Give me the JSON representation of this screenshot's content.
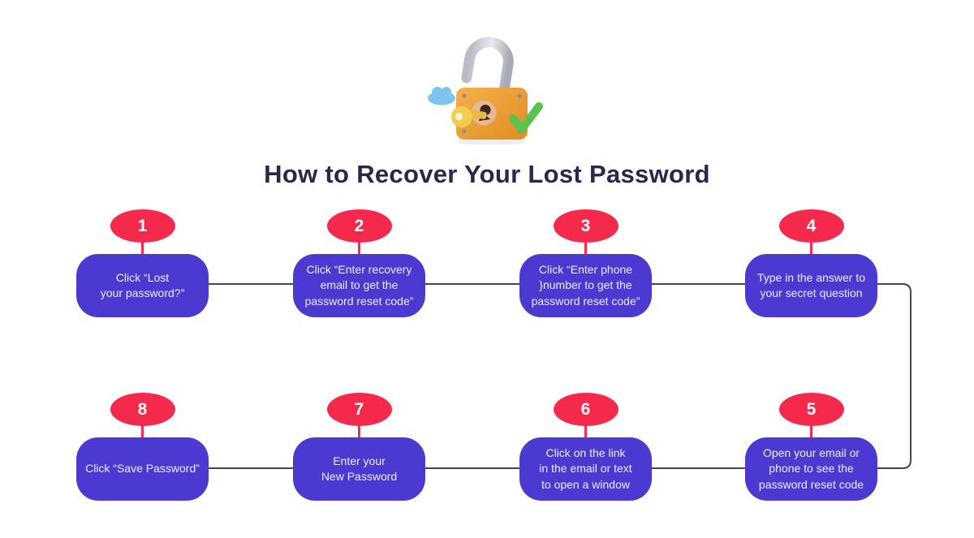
{
  "header": {
    "title": "How to Recover Your Lost Password",
    "icon": "unlocked-padlock-with-key-cloud-and-green-checkmark"
  },
  "colors": {
    "step_oval": "#F4294C",
    "step_box": "#4A3AD2",
    "box_text": "#EFEDFC",
    "title_text": "#262949",
    "connector_line": "#45454F",
    "lock_body": "#F0A23C",
    "lock_shackle": "#C6C9D1",
    "key": "#F3CB4F",
    "cloud": "#7CC5EF",
    "checkmark": "#5BC24E"
  },
  "steps": [
    {
      "number": "1",
      "label": "Click “Lost\nyour password?”"
    },
    {
      "number": "2",
      "label": "Click “Enter recovery\nemail to get the\npassword reset code”"
    },
    {
      "number": "3",
      "label": "Click “Enter phone\n}number to get the\npassword reset code”"
    },
    {
      "number": "4",
      "label": "Type in the answer to\nyour secret question"
    },
    {
      "number": "5",
      "label": "Open your email or\nphone to see the\npassword reset code"
    },
    {
      "number": "6",
      "label": "Click on the link\nin the email or text\nto open a window"
    },
    {
      "number": "7",
      "label": "Enter your\nNew Password"
    },
    {
      "number": "8",
      "label": "Click “Save Password”"
    }
  ]
}
